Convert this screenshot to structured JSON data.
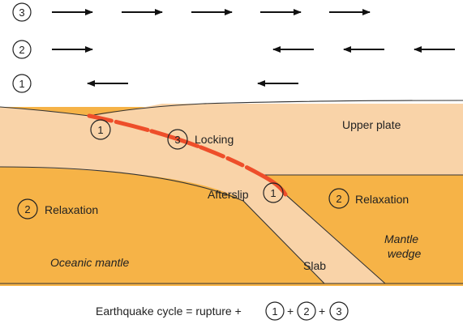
{
  "colors": {
    "upper_plate": "#F9D3A8",
    "mantle": "#F6B347",
    "fault": "#EE4E2A",
    "arrow": "#111111",
    "outline": "#333333"
  },
  "rows": [
    {
      "number": "3",
      "arrows": [
        "right",
        "right",
        "right",
        "right",
        "right"
      ]
    },
    {
      "number": "2",
      "arrows": [
        "right",
        "left",
        "left",
        "left"
      ]
    },
    {
      "number": "1",
      "arrows": [
        "left",
        "left"
      ]
    }
  ],
  "labels": {
    "upper_plate": "Upper plate",
    "locking": "Locking",
    "afterslip": "Afterslip",
    "relaxation_left": "Relaxation",
    "relaxation_right": "Relaxation",
    "oceanic_mantle": "Oceanic mantle",
    "mantle_wedge_1": "Mantle",
    "mantle_wedge_2": "wedge",
    "slab": "Slab"
  },
  "markers": {
    "rupture_trench": "1",
    "locking": "3",
    "afterslip": "1",
    "relaxation_left": "2",
    "relaxation_right": "2"
  },
  "equation": {
    "text": "Earthquake cycle = rupture +",
    "terms": [
      "1",
      "2",
      "3"
    ],
    "plus": "+"
  }
}
